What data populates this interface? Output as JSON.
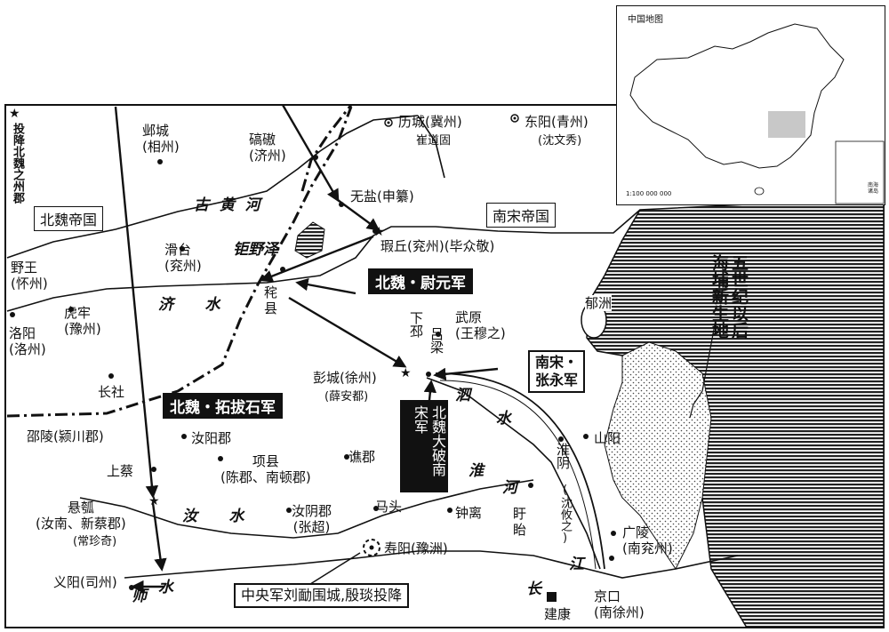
{
  "inset": {
    "title": "中国地图",
    "scale": "1:100 000 000",
    "sea_label": "南海诸岛"
  },
  "legend": {
    "star_symbol": "★",
    "star_text": "投降北魏之州郡"
  },
  "regions": {
    "north_wei": "北魏帝国",
    "south_song": "南宋帝国",
    "coast_note": "五世纪以后海埔新生地"
  },
  "places": {
    "yecheng": "邺城\n(相州)",
    "qiao_ao": "碻磝\n(济州)",
    "licheng": "历城(冀州)",
    "licheng_sub": "崔道固",
    "dongyang": "东阳(青州)",
    "dongyang_sub": "(沈文秀)",
    "wuyan": "无盐(申纂)",
    "xiaqiu": "瑕丘(兖州)(毕众敬)",
    "huatai": "滑台\n(兖州)",
    "yewang": "野王\n(怀州)",
    "hulao": "虎牢\n(豫州)",
    "luoyang": "洛阳\n(洛州)",
    "zhixian": "秺\n县",
    "yuzhou": "郁洲",
    "xia_pi": "下邳",
    "lvliang": "吕梁",
    "wuyuan": "武原\n(王穆之)",
    "pengcheng": "彭城(徐州)",
    "pengcheng_sub": "(薛安都)",
    "changshe": "长社",
    "shaoling": "邵陵(颍川郡)",
    "runyang": "汝阳郡",
    "xiangxian": "项县\n(陈郡、南顿郡)",
    "qiaojun": "谯郡",
    "shangcai": "上蔡",
    "xuanhu": "悬瓠\n(汝南、新蔡郡)",
    "xuanhu_sub": "(常珍奇)",
    "ruyin": "汝阴郡\n(张超)",
    "matou": "马头",
    "zhongli": "钟离",
    "shouyang": "寿阳(豫洲)",
    "xuyi": "盱\n眙",
    "huaiyin": "淮阴",
    "huaiyin_sub": "(沈攸之)",
    "shanyang": "山阳",
    "guangling": "广陵\n(南兖州)",
    "jingkou": "京口\n(南徐州)",
    "jiankang": "建康",
    "yiyang": "义阳(司州)"
  },
  "rivers": {
    "gu_huanghe": "古  黄  河",
    "juyeze": "钜野泽",
    "jishui": "济      水",
    "sishui": "泗",
    "sishui2": "水",
    "huaihe": "淮",
    "huaihe2": "河",
    "rushui": "汝      水",
    "shishui": "师",
    "shishui2": "水",
    "changjiang": "长",
    "changjiang2": "江"
  },
  "armies": {
    "yuyuan": "北魏・尉元军",
    "tuoba_shi": "北魏・拓拔石军",
    "beiwei_dapo": "北魏大破南宋军",
    "song_zhang": "南宋・\n张永军",
    "liu_mian": "中央军刘勔围城,殷琰投降"
  },
  "colors": {
    "ink": "#111111",
    "sea_hatch": "#111111",
    "inset_highlight": "#c8c8c8"
  }
}
